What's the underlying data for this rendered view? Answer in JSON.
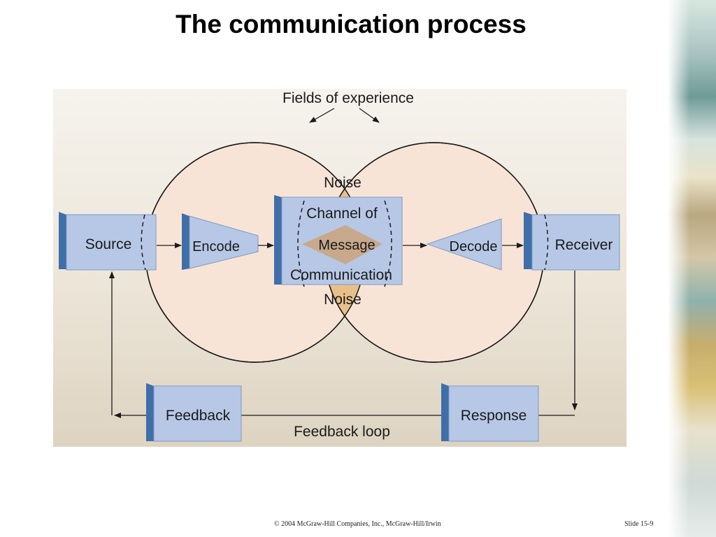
{
  "slide": {
    "title": "The communication process",
    "copyright": "© 2004 McGraw-Hill Companies, Inc., McGraw-Hill/Irwin",
    "slide_number": "Slide 15-9"
  },
  "diagram": {
    "fields_label": "Fields of experience",
    "noise_top": "Noise",
    "noise_bottom": "Noise",
    "channel_line1": "Channel of",
    "channel_message": "Message",
    "channel_line2": "Communication",
    "source": "Source",
    "encode": "Encode",
    "decode": "Decode",
    "receiver": "Receiver",
    "feedback": "Feedback",
    "response": "Response",
    "feedback_loop": "Feedback loop"
  },
  "colors": {
    "box_front": "#b7c8e6",
    "box_side": "#3f6fa8",
    "circle_fill": "#f8e4d6",
    "overlap_fill": "#e8c08a",
    "message_diamond": "#c8a98b",
    "line": "#1a1a1a"
  }
}
